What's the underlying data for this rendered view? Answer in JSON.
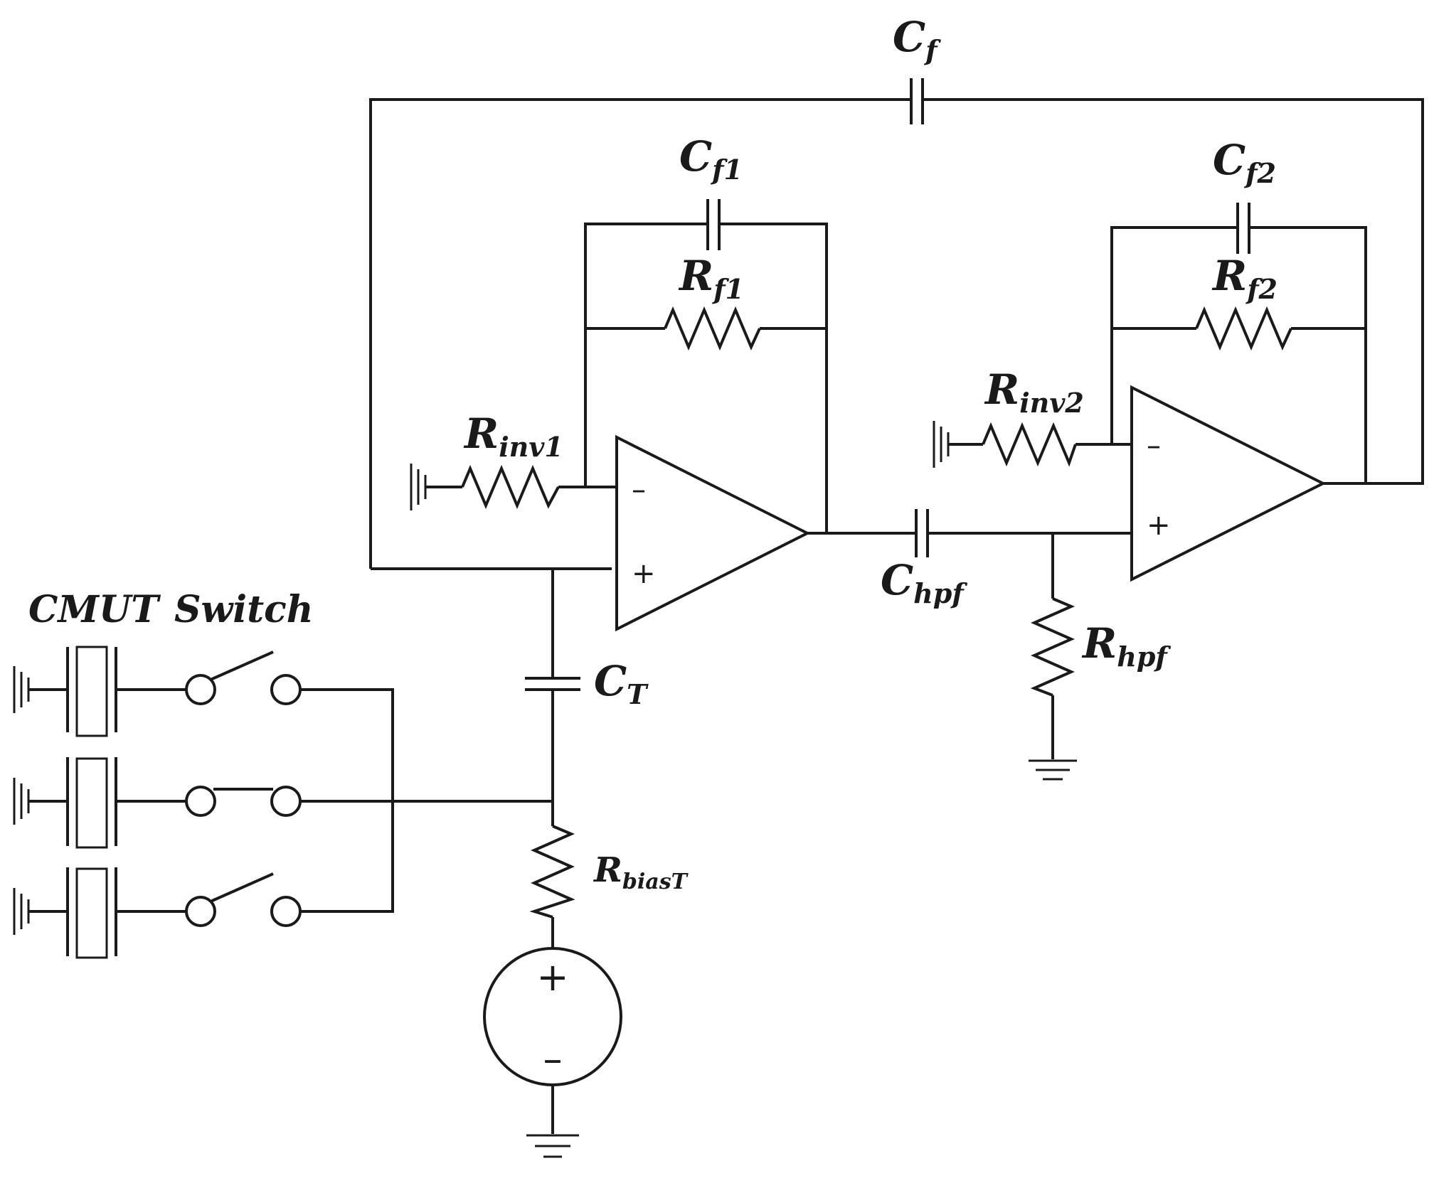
{
  "headers": {
    "cmut": "CMUT",
    "switch": "Switch"
  },
  "labels": {
    "cf": {
      "main": "C",
      "sub": "f"
    },
    "cf1": {
      "main": "C",
      "sub": "f1"
    },
    "rf1": {
      "main": "R",
      "sub": "f1"
    },
    "cf2": {
      "main": "C",
      "sub": "f2"
    },
    "rf2": {
      "main": "R",
      "sub": "f2"
    },
    "rinv1": {
      "main": "R",
      "sub": "inv1"
    },
    "rinv2": {
      "main": "R",
      "sub": "inv2"
    },
    "chpf": {
      "main": "C",
      "sub": "hpf"
    },
    "rhpf": {
      "main": "R",
      "sub": "hpf"
    },
    "ct": {
      "main": "C",
      "sub": "T"
    },
    "rbiast": {
      "main": "R",
      "sub": "biasT"
    }
  },
  "opamp_pins": {
    "inverting": "–",
    "non_inverting": "+"
  },
  "source_pins": {
    "positive": "+",
    "negative": "–"
  }
}
